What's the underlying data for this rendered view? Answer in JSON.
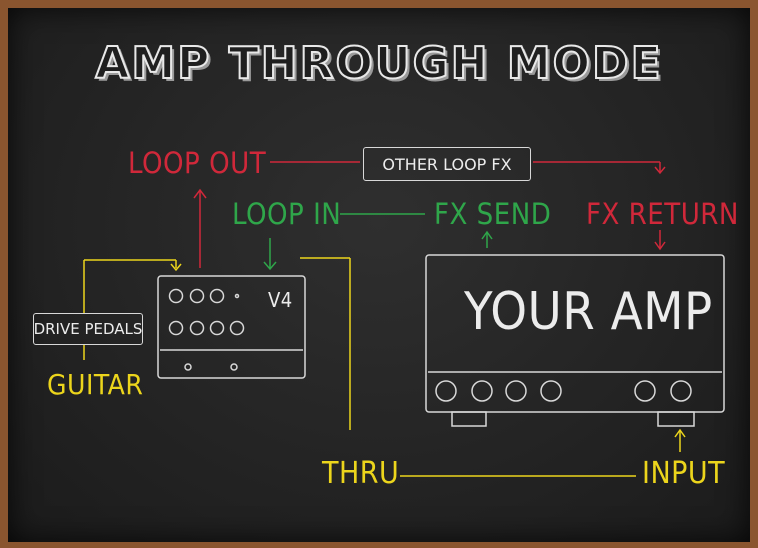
{
  "title": "AMP THROUGH MODE",
  "labels": {
    "loop_out": "LOOP OUT",
    "other_loop_fx": "OTHER LOOP FX",
    "loop_in": "LOOP IN",
    "fx_send": "FX SEND",
    "fx_return": "FX RETURN",
    "drive_pedals": "DRIVE PEDALS",
    "guitar": "GUITAR",
    "v4": "V4",
    "your_amp": "YOUR AMP",
    "thru": "THRU",
    "input": "INPUT"
  },
  "colors": {
    "red": "#d0283a",
    "green": "#2fa64a",
    "yellow": "#ecd51c",
    "chalk": "#ececec",
    "board": "#262626",
    "frame": "#8a552f"
  }
}
